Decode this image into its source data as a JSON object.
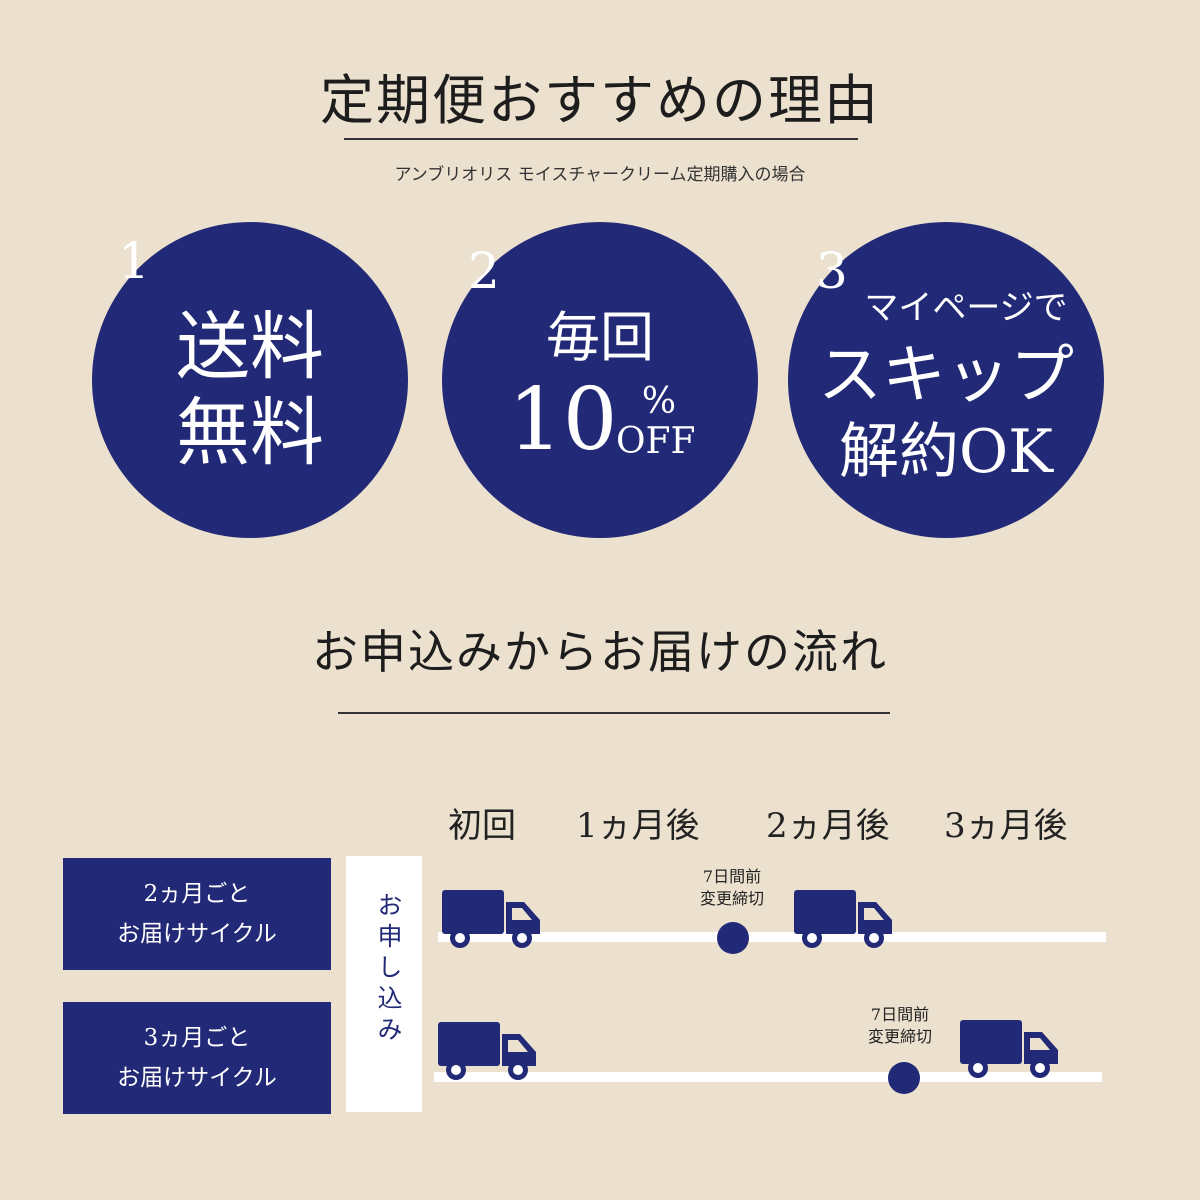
{
  "reasons": {
    "title": "定期便おすすめの理由",
    "subtitle": "アンブリオリス モイスチャークリーム定期購入の場合",
    "items": [
      {
        "number": "1",
        "line1": "送料",
        "line2": "無料"
      },
      {
        "number": "2",
        "line1": "毎回",
        "value": "10",
        "percent": "%",
        "off": "OFF"
      },
      {
        "number": "3",
        "line1": "マイページで",
        "line2": "スキップ",
        "line3": "解約OK"
      }
    ]
  },
  "flow": {
    "title": "お申込みからお届けの流れ",
    "columns": [
      "初回",
      "1ヵ月後",
      "2ヵ月後",
      "3ヵ月後"
    ],
    "apply_label": "お申し込み",
    "cycles": [
      {
        "label_line1": "2ヵ月ごと",
        "label_line2": "お届けサイクル",
        "note_line1": "7日間前",
        "note_line2": "変更締切"
      },
      {
        "label_line1": "3ヵ月ごと",
        "label_line2": "お届けサイクル",
        "note_line1": "7日間前",
        "note_line2": "変更締切"
      }
    ]
  },
  "icons": {
    "delivery": "truck-icon",
    "deadline": "dot-marker"
  },
  "colors": {
    "background": "#ece1cf",
    "accent": "#222a77",
    "track": "#ffffff"
  }
}
